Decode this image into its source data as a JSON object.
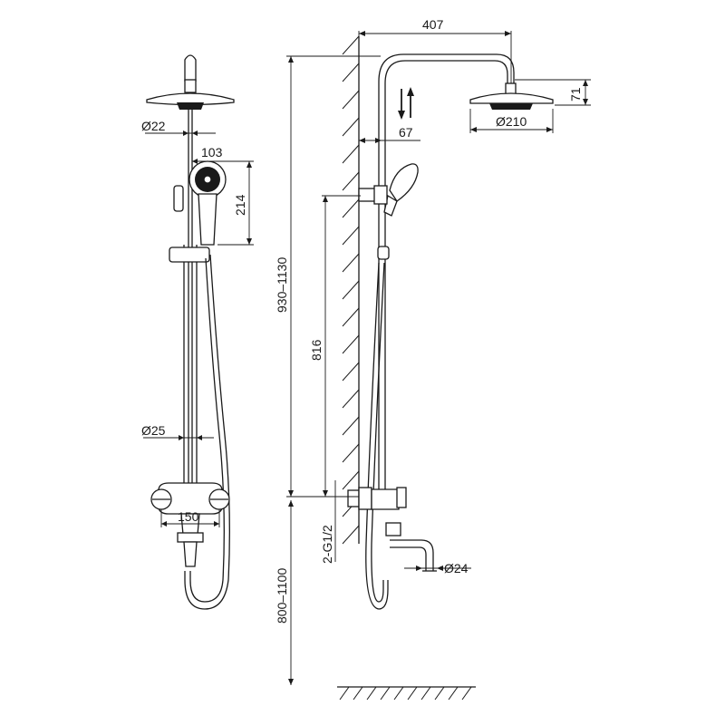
{
  "dimensions": {
    "top_reach": "407",
    "head_height": "71",
    "head_diameter": "Ø210",
    "wall_offset": "67",
    "pipe_diameter_top": "Ø22",
    "hand_shower_width": "103",
    "hand_shower_height": "214",
    "pipe_diameter_lower": "Ø25",
    "inlet_spacing": "150",
    "total_height": "930–1130",
    "rail_height": "816",
    "inlet_thread": "2-G1/2",
    "mount_height": "800–1100",
    "spout_diameter": "Ø24"
  }
}
